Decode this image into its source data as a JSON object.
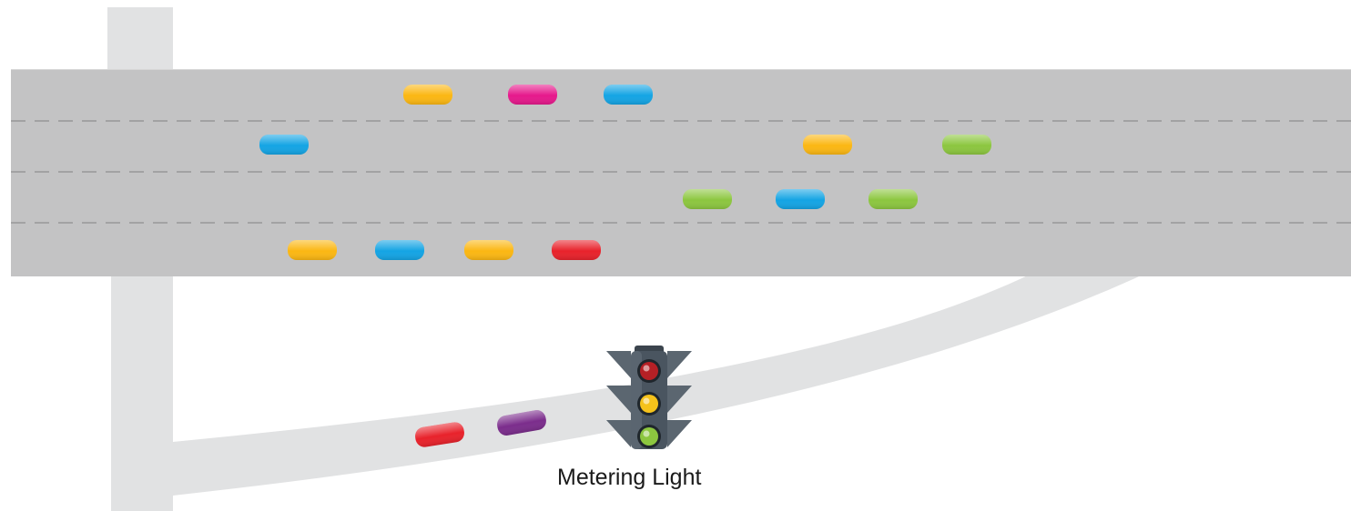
{
  "caption": "Metering Light",
  "colors": {
    "background": "#ffffff",
    "highway": "#c3c3c4",
    "ramp": "#e1e2e3",
    "lane_divider": "#8f8f8f",
    "car_yellow": "#fbb713",
    "car_magenta": "#e6198c",
    "car_blue": "#14a4e4",
    "car_green": "#8cc63f",
    "car_red": "#e8222b",
    "car_purple": "#7b2d8c",
    "signal_housing": "#4a5560",
    "light_red": "#b52025",
    "light_yellow": "#f5c21b",
    "light_green": "#8cc63f"
  },
  "highway_lanes": [
    {
      "cars": [
        "car_yellow",
        "car_magenta",
        "car_blue"
      ]
    },
    {
      "cars": [
        "car_blue",
        "car_yellow",
        "car_green"
      ]
    },
    {
      "cars": [
        "car_green",
        "car_blue",
        "car_green"
      ]
    },
    {
      "cars": [
        "car_yellow",
        "car_blue",
        "car_yellow",
        "car_red"
      ]
    }
  ],
  "ramp_cars": [
    "car_red",
    "car_purple"
  ],
  "traffic_signal": {
    "icon": "traffic-light-icon",
    "lights": [
      "light_red",
      "light_yellow",
      "light_green"
    ]
  }
}
